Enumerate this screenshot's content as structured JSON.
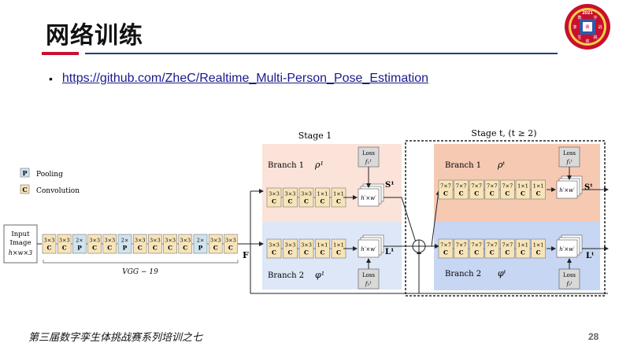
{
  "slide": {
    "title": "网络训练",
    "link_text": "https://github.com/ZheC/Realtime_Multi-Person_Pose_Estimation",
    "footer": "第三届数字孪生体挑战赛系列培训之七",
    "page_number": "28"
  },
  "logo": {
    "year": "2021",
    "chars": [
      "数",
      "字",
      "孪",
      "生",
      "体",
      "挑",
      "战",
      "赛"
    ]
  },
  "diagram": {
    "legend": {
      "pooling_key": "P",
      "pooling_label": "Pooling",
      "conv_key": "C",
      "conv_label": "Convolution"
    },
    "input": {
      "line1": "Input",
      "line2": "Image",
      "line3": "h×w×3"
    },
    "vgg_label": "VGG − 19",
    "vgg_blocks": [
      {
        "size": "3×3",
        "type": "C"
      },
      {
        "size": "3×3",
        "type": "C"
      },
      {
        "size": "2×",
        "type": "P"
      },
      {
        "size": "3×3",
        "type": "C"
      },
      {
        "size": "3×3",
        "type": "C"
      },
      {
        "size": "2×",
        "type": "P"
      },
      {
        "size": "3×3",
        "type": "C"
      },
      {
        "size": "3×3",
        "type": "C"
      },
      {
        "size": "3×3",
        "type": "C"
      },
      {
        "size": "3×3",
        "type": "C"
      },
      {
        "size": "2×",
        "type": "P"
      },
      {
        "size": "3×3",
        "type": "C"
      },
      {
        "size": "3×3",
        "type": "C"
      }
    ],
    "feature_label": "F",
    "stage1": {
      "title": "Stage 1",
      "branch1": {
        "label": "Branch 1",
        "symbol": "ρ¹",
        "blocks": [
          "3×3",
          "3×3",
          "3×3",
          "1×1",
          "1×1"
        ],
        "output": "S¹",
        "loss": "Loss",
        "loss_f": "f₁¹"
      },
      "branch2": {
        "label": "Branch 2",
        "symbol": "φ¹",
        "blocks": [
          "3×3",
          "3×3",
          "3×3",
          "1×1",
          "1×1"
        ],
        "output": "L¹",
        "loss": "Loss",
        "loss_f": "f₂¹"
      }
    },
    "staget": {
      "title": "Stage t, (t ≥ 2)",
      "branch1": {
        "label": "Branch 1",
        "symbol": "ρᵗ",
        "blocks": [
          "7×7",
          "7×7",
          "7×7",
          "7×7",
          "7×7",
          "1×1",
          "1×1"
        ],
        "output": "Sᵗ",
        "loss": "Loss",
        "loss_f": "f₁ᵗ"
      },
      "branch2": {
        "label": "Branch 2",
        "symbol": "φᵗ",
        "blocks": [
          "7×7",
          "7×7",
          "7×7",
          "7×7",
          "7×7",
          "1×1",
          "1×1"
        ],
        "output": "Lᵗ",
        "loss": "Loss",
        "loss_f": "f₂ᵗ"
      }
    },
    "heatmap_label": "h′×w′",
    "block_type_label": "C",
    "colors": {
      "conv": "#f7e4b8",
      "pool": "#cfe4ef",
      "stage1_top": "#fbe3d9",
      "stage1_bottom": "#dde7f7",
      "staget_top": "#f6c9b3",
      "staget_bottom": "#c7d6f2"
    }
  }
}
